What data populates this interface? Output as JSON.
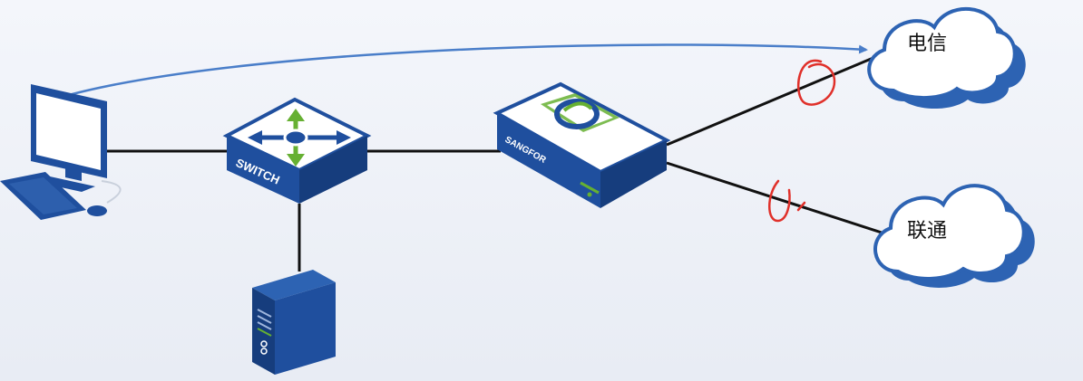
{
  "colors": {
    "background_top": "#f4f6fb",
    "background_bottom": "#e8ecf4",
    "device_blue": "#1f4f9e",
    "device_face": "#ffffff",
    "arrow_green": "#66b032",
    "link_black": "#111111",
    "flow_blue": "#4a7ec9",
    "annotation_red": "#e0302a",
    "cloud_blue": "#2d63b3",
    "cloud_white": "#ffffff"
  },
  "diagram": {
    "switch": {
      "label": "SWITCH"
    },
    "firewall": {
      "label": "SANGFOR"
    },
    "clouds": {
      "telecom": {
        "label": "电信"
      },
      "unicom": {
        "label": "联通"
      }
    }
  }
}
